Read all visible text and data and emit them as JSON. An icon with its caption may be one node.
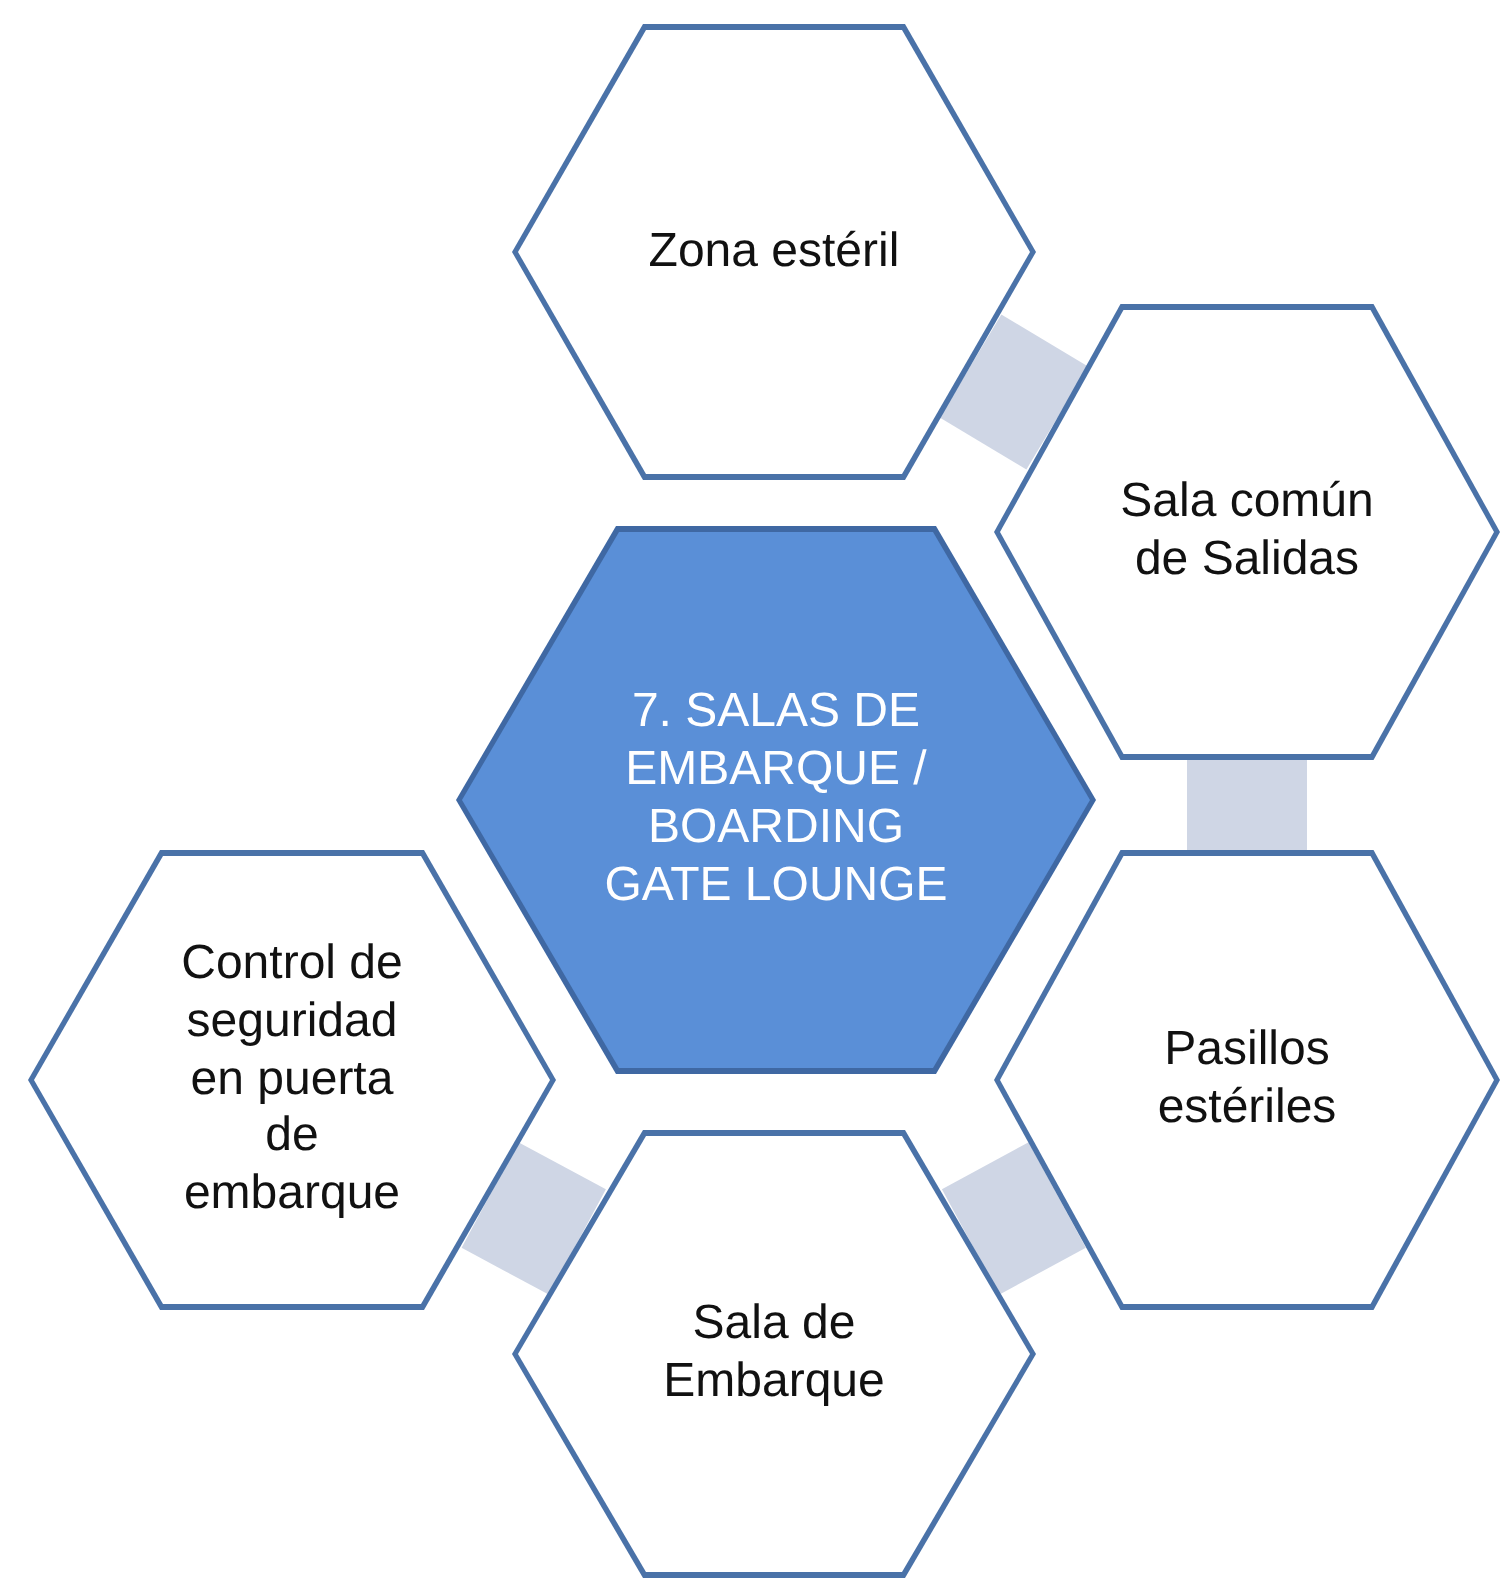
{
  "diagram": {
    "nodes": [
      {
        "text": [
          "7. SALAS DE EMBARQUE / BOARDING GATE LOUNGE"
        ]
      },
      {
        "text": [
          "Zona estéril"
        ]
      },
      {
        "text": [
          "Sala común de Salidas"
        ]
      },
      {
        "text": [
          "Pasillos estériles"
        ]
      },
      {
        "text": [
          "Sala de Embarque"
        ]
      },
      {
        "text": [
          "Control de seguridad en puerta de embarque"
        ]
      }
    ],
    "edges": [
      {
        "from": 1,
        "to": 2,
        "arrow": "none"
      },
      {
        "from": 2,
        "to": 3,
        "arrow": "none"
      },
      {
        "from": 3,
        "to": 4,
        "arrow": "none"
      },
      {
        "from": 4,
        "to": 5,
        "arrow": "none"
      }
    ]
  }
}
